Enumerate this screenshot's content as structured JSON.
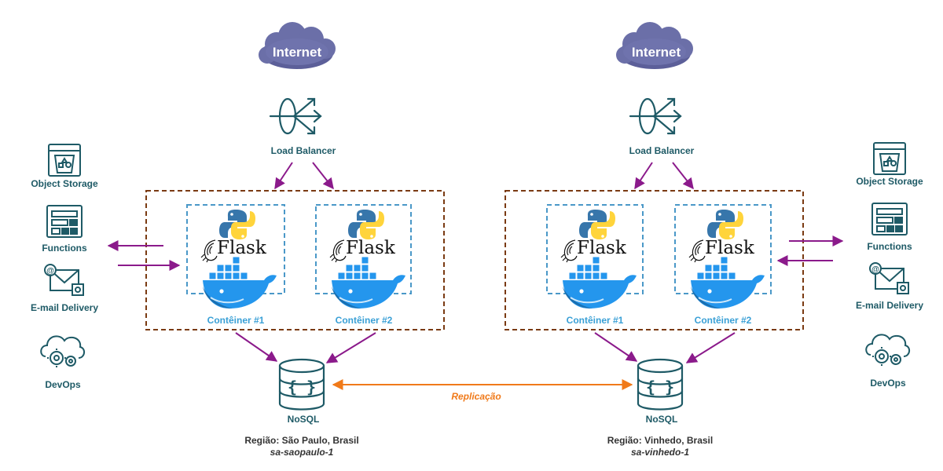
{
  "colors": {
    "teal": "#1e5a66",
    "purple": "#8b1a8b",
    "orange": "#f07a1a",
    "container_border": "#4a98c8",
    "region_border": "#7a3a12",
    "docker_blue": "#2496ed",
    "cloud": "#6b6fa8"
  },
  "left": {
    "internet": "Internet",
    "load_balancer": "Load Balancer",
    "containers": [
      {
        "label": "Contêiner #1",
        "flask": "Flask"
      },
      {
        "label": "Contêiner #2",
        "flask": "Flask"
      }
    ],
    "nosql": "NoSQL",
    "region": "Região: São Paulo, Brasil",
    "region_id": "sa-saopaulo-1",
    "services": [
      "Object Storage",
      "Functions",
      "E-mail Delivery",
      "DevOps"
    ]
  },
  "right": {
    "internet": "Internet",
    "load_balancer": "Load Balancer",
    "containers": [
      {
        "label": "Contêiner #1",
        "flask": "Flask"
      },
      {
        "label": "Contêiner #2",
        "flask": "Flask"
      }
    ],
    "nosql": "NoSQL",
    "region": "Região: Vinhedo, Brasil",
    "region_id": "sa-vinhedo-1",
    "services": [
      "Object Storage",
      "Functions",
      "E-mail Delivery",
      "DevOps"
    ]
  },
  "replication": "Replicação"
}
